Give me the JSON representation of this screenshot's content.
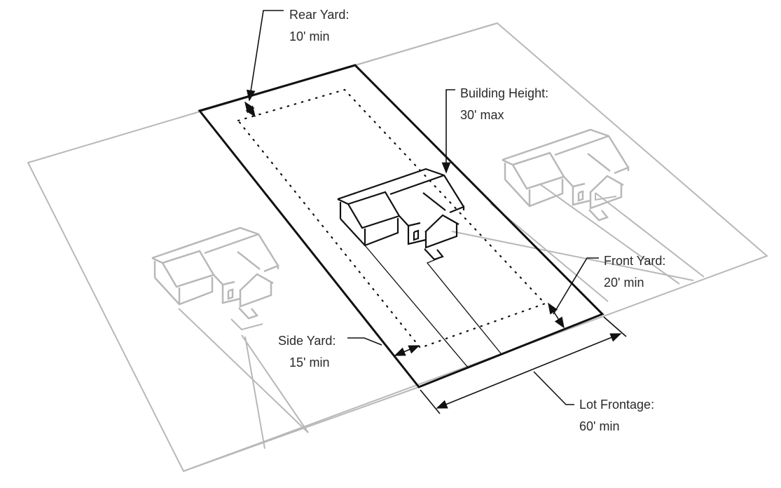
{
  "labels": {
    "rear_yard": {
      "title": "Rear Yard:",
      "value": "10' min"
    },
    "building_height": {
      "title": "Building Height:",
      "value": "30' max"
    },
    "front_yard": {
      "title": "Front Yard:",
      "value": "20' min"
    },
    "side_yard": {
      "title": "Side Yard:",
      "value": "15' min"
    },
    "lot_frontage": {
      "title": "Lot Frontage:",
      "value": "60' min"
    }
  },
  "colors": {
    "lot_line": "#111111",
    "context": "#b8b8b8",
    "text": "#2a2a2a"
  }
}
